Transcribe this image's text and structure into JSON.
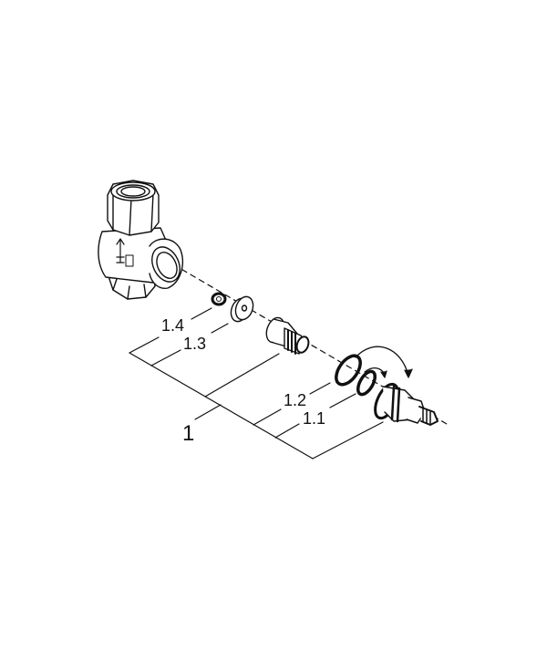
{
  "diagram": {
    "type": "exploded-parts-diagram",
    "background": "#ffffff",
    "line_color": "#111111",
    "parts": [
      {
        "id": "valve-body",
        "label": ""
      },
      {
        "id": "1.4",
        "label": "1.4",
        "description": "small nut / washer"
      },
      {
        "id": "1.3",
        "label": "1.3",
        "description": "flat washer disc"
      },
      {
        "id": "connector",
        "label": "",
        "description": "threaded connector"
      },
      {
        "id": "1.2",
        "label": "1.2",
        "description": "large o-ring"
      },
      {
        "id": "1.1",
        "label": "1.1",
        "description": "small o-ring"
      },
      {
        "id": "cartridge",
        "label": "",
        "description": "valve cartridge with spindle"
      }
    ],
    "labels": {
      "assembly": "1",
      "p14": "1.4",
      "p13": "1.3",
      "p12": "1.2",
      "p11": "1.1"
    }
  }
}
